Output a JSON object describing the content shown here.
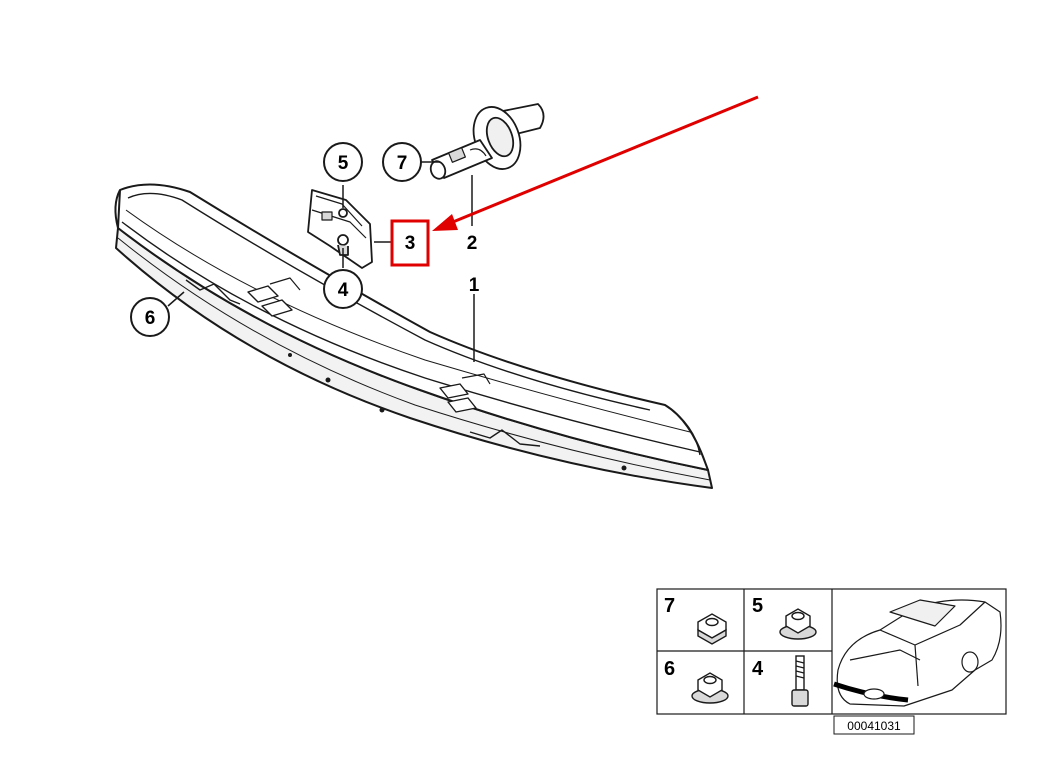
{
  "callouts": [
    {
      "id": "c1",
      "label": "1"
    },
    {
      "id": "c2",
      "label": "2"
    },
    {
      "id": "c3",
      "label": "3"
    },
    {
      "id": "c4",
      "label": "4"
    },
    {
      "id": "c5",
      "label": "5"
    },
    {
      "id": "c6",
      "label": "6"
    },
    {
      "id": "c7",
      "label": "7"
    }
  ],
  "legend": {
    "cells": [
      {
        "label": "7",
        "part": "hex-nut"
      },
      {
        "label": "5",
        "part": "flange-nut"
      },
      {
        "label": "6",
        "part": "flange-nut"
      },
      {
        "label": "4",
        "part": "stud-bolt"
      }
    ],
    "diagram_code": "00041031"
  },
  "annotation": {
    "highlighted_callout": "3",
    "color": "#e00000"
  },
  "colors": {
    "line": "#1a1a1a",
    "part_fill": "#ffffff",
    "shade": "#d9d9d9"
  }
}
